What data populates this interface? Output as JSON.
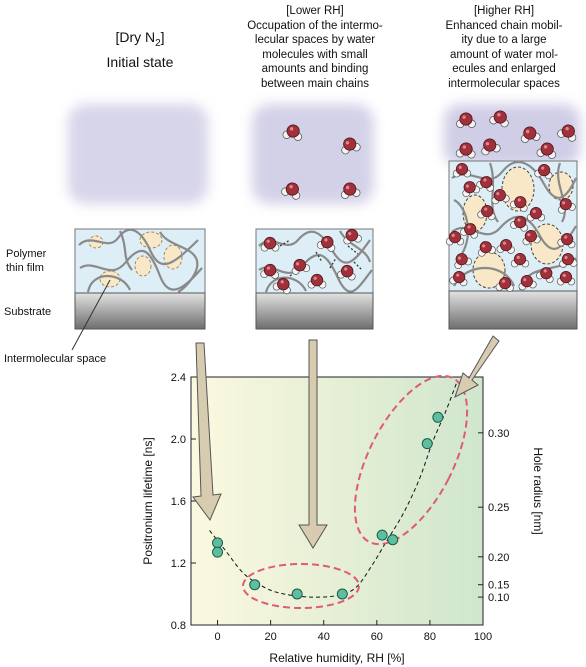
{
  "captions": {
    "dry": {
      "lines": [
        "[Dry N",
        "2",
        "]",
        "Initial state"
      ]
    },
    "lower": {
      "lines": [
        "[Lower RH]",
        "Occupation of the intermo-",
        "lecular spaces by water",
        "molecules with small",
        "amounts and binding",
        "between main chains"
      ]
    },
    "higher": {
      "lines": [
        "[Higher RH]",
        "Enhanced chain mobil-",
        "ity due to a large",
        "amount of water mol-",
        "ecules and enlarged",
        "intermolecular spaces"
      ]
    }
  },
  "side_labels": {
    "polymer_line1": "Polymer",
    "polymer_line2": "thin film",
    "substrate": "Substrate",
    "intermolecular_space": "Intermolecular space"
  },
  "colors": {
    "vapor": "#b7b3d9",
    "film": "#ddeef6",
    "substrate_top": "#e2e2e2",
    "substrate_bottom": "#6e6e6e",
    "pore": "#f8e8c8",
    "chain": "#8a8a8a",
    "water_o": "#a0303a",
    "arrow": "#d8ccb0",
    "plot_left": "#f8f7dc",
    "plot_right": "#d3e8ce",
    "point": "#5cc0a0",
    "ellipse": "#e05a78"
  },
  "chart_data": {
    "type": "scatter",
    "xlabel": "Relative humidity, RH [%]",
    "ylabel": "Positronium lifetime [ns]",
    "y2label": "Hole radius [nm]",
    "xlim": [
      -10,
      100
    ],
    "ylim": [
      0.8,
      2.4
    ],
    "xticks": [
      0,
      20,
      40,
      60,
      80,
      100
    ],
    "yticks": [
      0.8,
      1.2,
      1.6,
      2.0,
      2.4
    ],
    "y2ticks": [
      {
        "label": "0.30",
        "y": 2.04
      },
      {
        "label": "0.25",
        "y": 1.56
      },
      {
        "label": "0.20",
        "y": 1.24
      },
      {
        "label": "0.15",
        "y": 1.06
      },
      {
        "label": "0.10",
        "y": 0.98
      }
    ],
    "points": [
      {
        "x": 0,
        "y": 1.33
      },
      {
        "x": 0,
        "y": 1.27
      },
      {
        "x": 14,
        "y": 1.06
      },
      {
        "x": 30,
        "y": 1.0
      },
      {
        "x": 47,
        "y": 1.0
      },
      {
        "x": 62,
        "y": 1.38
      },
      {
        "x": 66,
        "y": 1.35
      },
      {
        "x": 79,
        "y": 1.97
      },
      {
        "x": 83,
        "y": 2.14
      }
    ],
    "trend": [
      [
        -3,
        1.41
      ],
      [
        3,
        1.28
      ],
      [
        10,
        1.13
      ],
      [
        18,
        1.04
      ],
      [
        25,
        1.0
      ],
      [
        35,
        0.98
      ],
      [
        45,
        0.99
      ],
      [
        52,
        1.04
      ],
      [
        58,
        1.18
      ],
      [
        64,
        1.35
      ],
      [
        70,
        1.52
      ],
      [
        76,
        1.74
      ],
      [
        81,
        1.98
      ],
      [
        86,
        2.18
      ],
      [
        90,
        2.36
      ]
    ]
  }
}
